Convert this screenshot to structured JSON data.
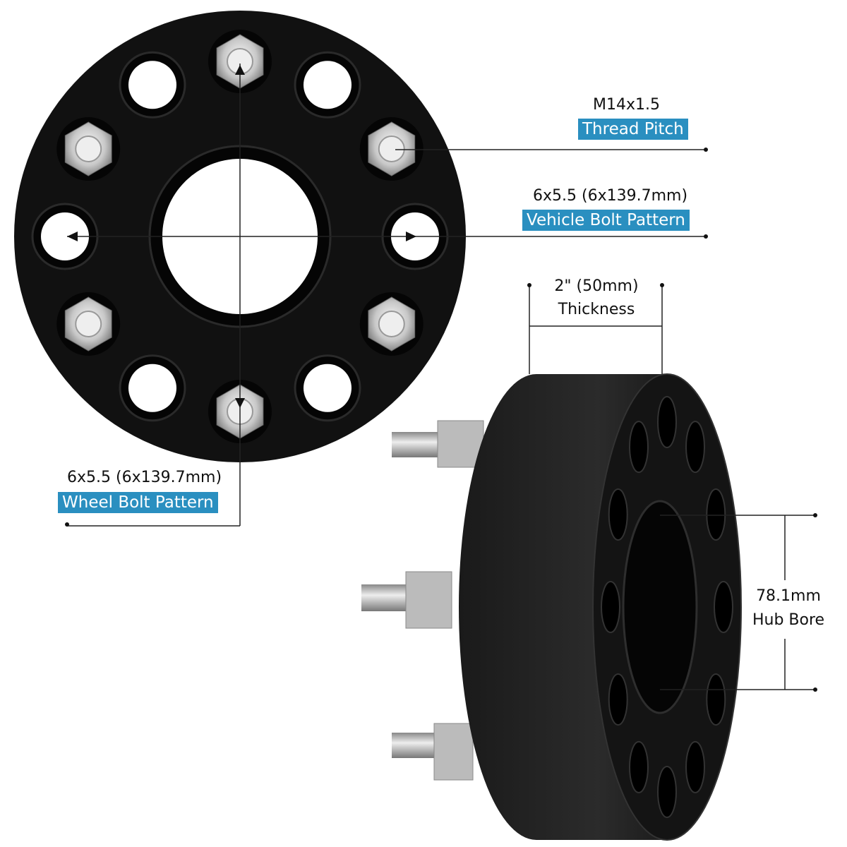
{
  "thread": {
    "value": "M14x1.5",
    "tag": "Thread Pitch"
  },
  "vehicle_bolt": {
    "value": "6x5.5 (6x139.7mm)",
    "tag": "Vehicle Bolt Pattern"
  },
  "wheel_bolt": {
    "value": "6x5.5 (6x139.7mm)",
    "tag": "Wheel Bolt Pattern"
  },
  "thickness": {
    "value": "2\" (50mm)",
    "label": "Thickness"
  },
  "hub_bore": {
    "value": "78.1mm",
    "label": "Hub Bore"
  },
  "colors": {
    "tag_bg": "#2a8fc0",
    "spacer": "#111111",
    "line": "#222222"
  }
}
